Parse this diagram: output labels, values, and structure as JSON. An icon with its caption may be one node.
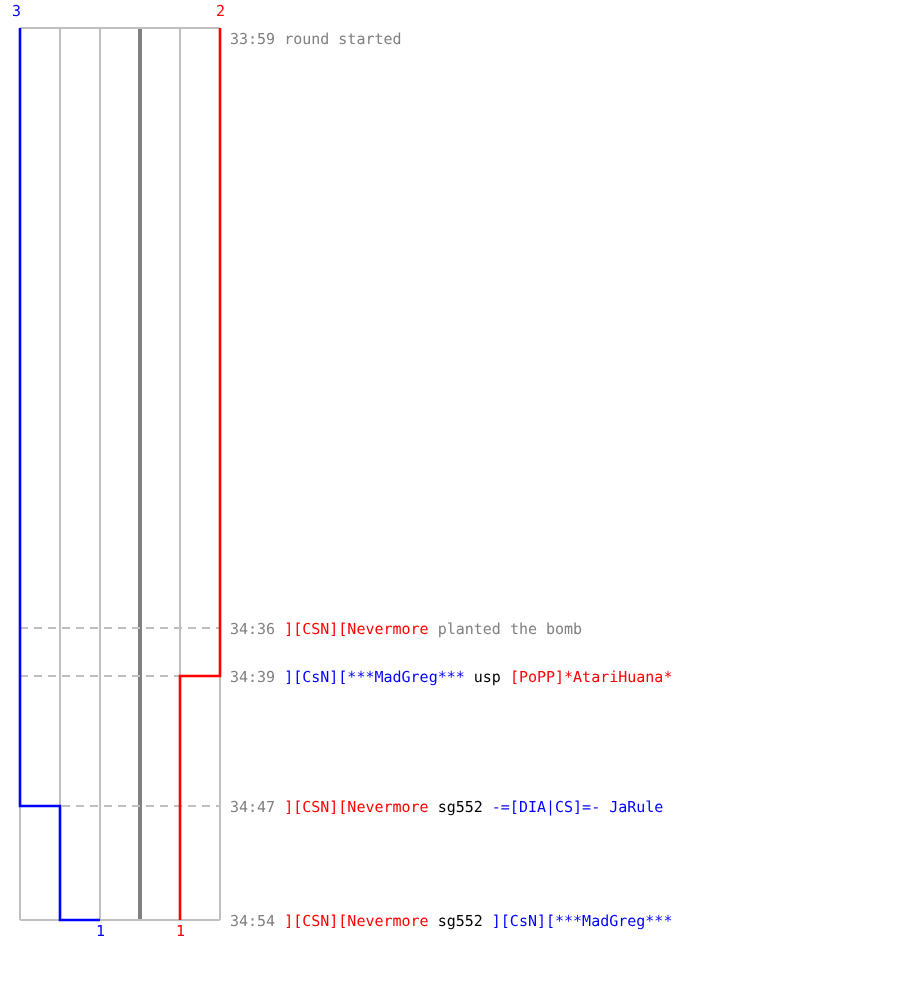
{
  "diagram": {
    "labels": [
      "3",
      "2",
      "33:59",
      "round started",
      "34:36",
      "][CSN][Nevermore",
      "planted the bomb",
      "34:39",
      "][CsN][***MadGreg***",
      "usp",
      "[PoPP]*AtariHuana*",
      "34:47",
      "][CSN][Nevermore",
      "sg552",
      "-=[DIA|CS]=- JaRule",
      "34:54",
      "][CSN][Nevermore",
      "sg552",
      "][CsN][***MadGreg***",
      "1",
      "1"
    ]
  }
}
